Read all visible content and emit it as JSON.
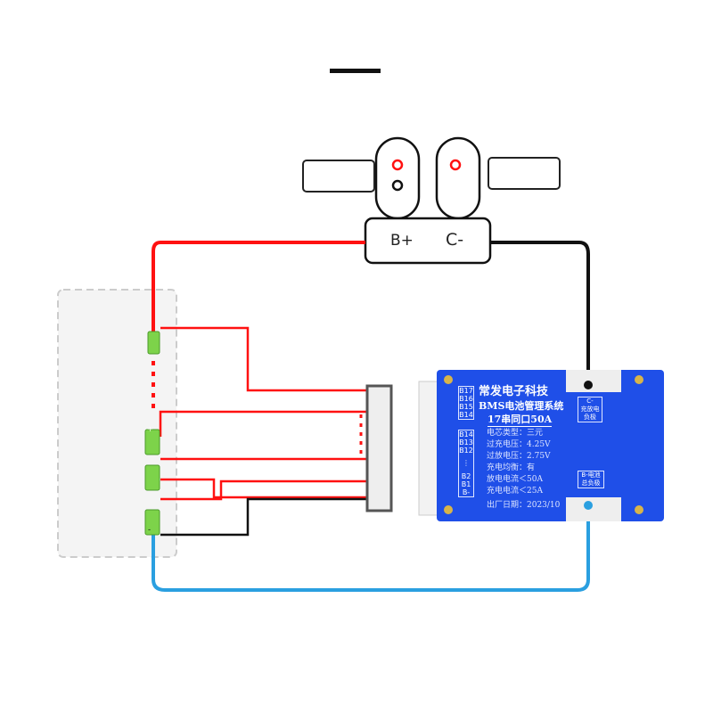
{
  "connector": {
    "left_label": "B+",
    "right_label": "C-"
  },
  "bms": {
    "brand": "常发电子科技",
    "title": "BMS电池管理系统",
    "model": "17串同口50A",
    "specs": [
      "电芯类型：三元",
      "过充电压：4.25V",
      "过放电压：2.75V",
      "充电均衡：有",
      "放电电流＜50A",
      "充电电流＜25A"
    ],
    "date": "出厂日期：2023/10",
    "pins_top": [
      "B17",
      "B16",
      "B15",
      "B14"
    ],
    "pins_bottom": [
      "B14",
      "B13",
      "B12",
      "⋮",
      "B2",
      "B1",
      "B-"
    ],
    "c_label": "C-\n充放电\n负极",
    "b_label": "B-电池\n总负极"
  },
  "cells": {
    "plus": "+",
    "minus": "-"
  },
  "colors": {
    "red": "#ff1a1a",
    "black": "#111111",
    "blue": "#2a9fe0",
    "board": "#1f4fe8",
    "cell": "#7dd34a"
  }
}
